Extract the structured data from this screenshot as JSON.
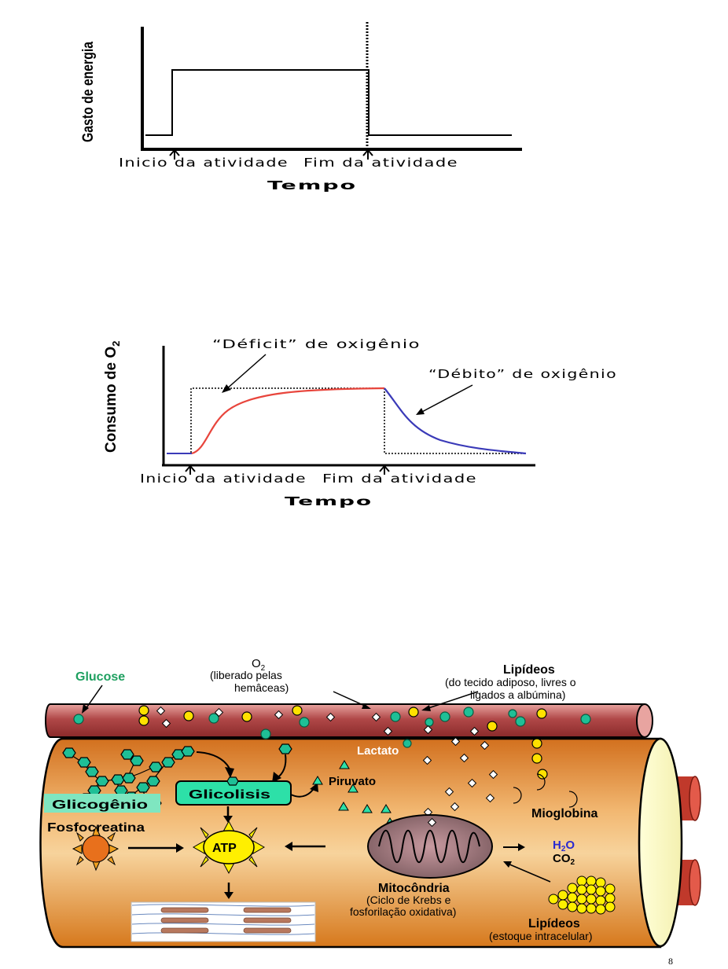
{
  "chart1": {
    "ylabel": "Gasto de energia",
    "xlabel": "Tempo",
    "start_label": "Inicio da atividade",
    "end_label": "Fim da atividade"
  },
  "chart2": {
    "ylabel_main": "Consumo de O",
    "ylabel_sub": "2",
    "xlabel": "Tempo",
    "start_label": "Inicio da atividade",
    "end_label": "Fim da atividade",
    "deficit_label": "“Déficit” de oxigênio",
    "debito_label": "“Débito” de oxigênio",
    "colors": {
      "rise": "#e8453c",
      "fall": "#3a3ab8"
    }
  },
  "chart_data": [
    {
      "type": "line",
      "ylabel": "Gasto de energia",
      "xlabel": "Tempo",
      "annotations": [
        "Inicio da atividade",
        "Fim da atividade"
      ],
      "series": [
        {
          "x": [
            0,
            1,
            1,
            2,
            2,
            3
          ],
          "y": [
            0.15,
            0.15,
            1,
            1,
            0.15,
            0.15
          ]
        }
      ]
    },
    {
      "type": "line",
      "ylabel": "Consumo de O2",
      "xlabel": "Tempo",
      "annotations": [
        "Inicio da atividade",
        "Fim da atividade",
        "“Déficit” de oxigênio",
        "“Débito” de oxigênio"
      ]
    }
  ],
  "diagram": {
    "glucose": "Glucose",
    "o2_main": "O",
    "o2_sub": "2",
    "o2_line1": "(liberado pelas",
    "o2_line2": "hemâceas)",
    "lipids_title": "Lipídeos",
    "lipids_line1": "(do tecido adiposo, livres o",
    "lipids_line2": "ligados a albúmina)",
    "lactato": "Lactato",
    "glicolisis": "Glicolisis",
    "piruvato": "Piruvato",
    "glicogenio": "Glicogênio",
    "fosfocreatina": "Fosfocreatina",
    "atp": "ATP",
    "mioglobina": "Mioglobina",
    "h2o_main": "H",
    "h2o_sub": "2",
    "h2o_end": "O",
    "co2_main": "CO",
    "co2_sub": "2",
    "mitocondria": "Mitocôndria",
    "mito_line1": "(Ciclo de Krebs e",
    "mito_line2": "fosforilação oxidativa)",
    "lipids2_title": "Lipídeos",
    "lipids2_line": "(estoque intracelular)"
  },
  "page_number": "8"
}
